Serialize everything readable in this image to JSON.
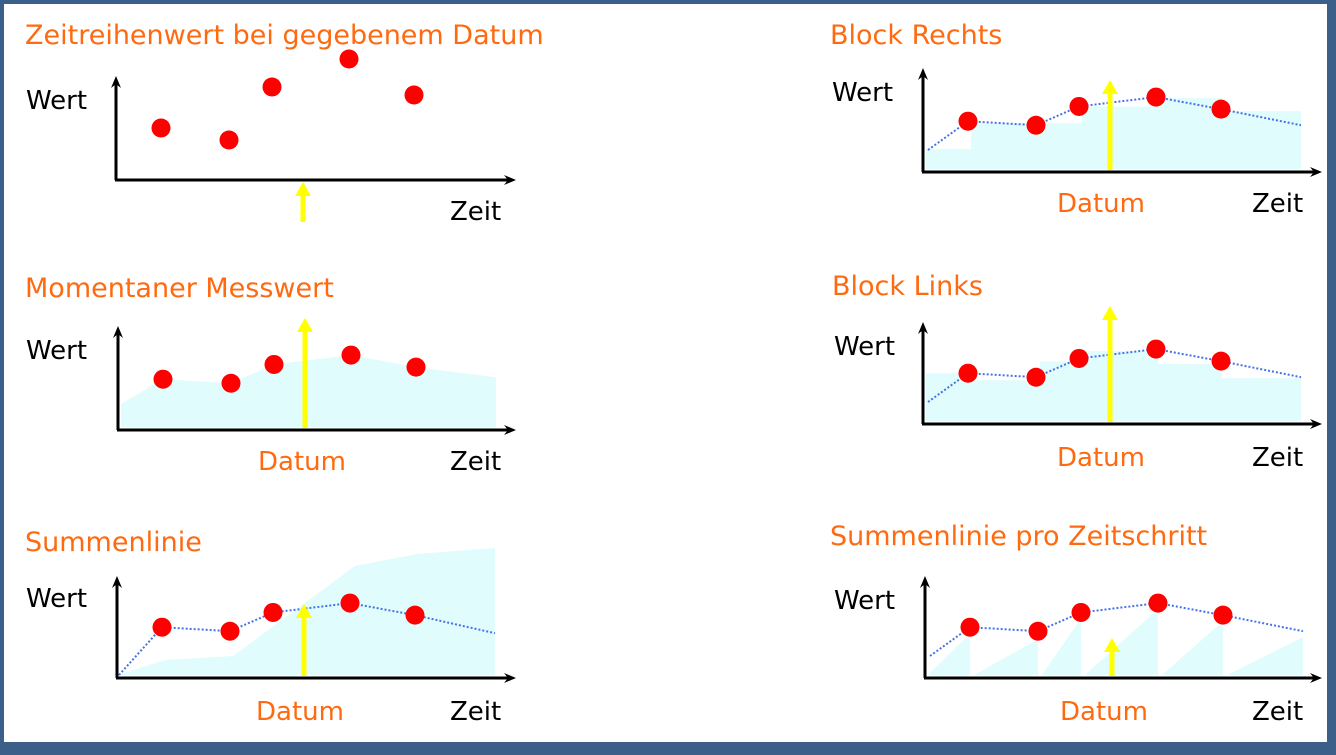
{
  "colors": {
    "title": "#ff6a10",
    "point": "#ff0000",
    "fill": "#e0fcfd",
    "dotted_line": "#4472e8",
    "datum_arrow": "#ffff00",
    "axis": "#000000",
    "frame": "#3c5f8a"
  },
  "chart_data": [
    {
      "id": "zeitreihenwert",
      "type": "scatter",
      "title": "Zeitreihenwert bei gegebenem Datum",
      "ylabel": "Wert",
      "xlabel": "Zeit",
      "datum_label": "",
      "x": [
        1,
        2,
        3,
        4,
        5
      ],
      "values": [
        4.0,
        3.4,
        6.2,
        7.6,
        5.8
      ],
      "datum_x": 3.5,
      "fill_mode": "none",
      "dotted_line": false
    },
    {
      "id": "momentaner-messwert",
      "type": "area",
      "title": "Momentaner Messwert",
      "ylabel": "Wert",
      "xlabel": "Zeit",
      "datum_label": "Datum",
      "x": [
        1,
        2,
        3,
        4,
        5
      ],
      "values": [
        4.0,
        3.4,
        6.2,
        7.6,
        5.8
      ],
      "datum_x": 3.5,
      "fill_mode": "linear",
      "dotted_line": false
    },
    {
      "id": "summenlinie",
      "type": "area",
      "title": "Summenlinie",
      "ylabel": "Wert",
      "xlabel": "Zeit",
      "datum_label": "Datum",
      "x": [
        1,
        2,
        3,
        4,
        5
      ],
      "values": [
        4.0,
        3.4,
        6.2,
        7.6,
        5.8
      ],
      "datum_x": 3.5,
      "fill_mode": "cumulative",
      "dotted_line": true
    },
    {
      "id": "block-rechts",
      "type": "area",
      "title": "Block Rechts",
      "ylabel": "Wert",
      "xlabel": "Zeit",
      "datum_label": "Datum",
      "x": [
        1,
        2,
        3,
        4,
        5
      ],
      "values": [
        4.0,
        3.4,
        6.2,
        7.6,
        5.8
      ],
      "datum_x": 3.5,
      "fill_mode": "step-right",
      "dotted_line": true
    },
    {
      "id": "block-links",
      "type": "area",
      "title": "Block Links",
      "ylabel": "Wert",
      "xlabel": "Zeit",
      "datum_label": "Datum",
      "x": [
        1,
        2,
        3,
        4,
        5
      ],
      "values": [
        4.0,
        3.4,
        6.2,
        7.6,
        5.8
      ],
      "datum_x": 3.5,
      "fill_mode": "step-left",
      "dotted_line": true
    },
    {
      "id": "summenlinie-pro-zeitschritt",
      "type": "area",
      "title": "Summenlinie pro Zeitschritt",
      "ylabel": "Wert",
      "xlabel": "Zeit",
      "datum_label": "Datum",
      "x": [
        1,
        2,
        3,
        4,
        5
      ],
      "values": [
        4.0,
        3.4,
        6.2,
        7.6,
        5.8
      ],
      "datum_x": 3.5,
      "fill_mode": "sawtooth",
      "dotted_line": true
    }
  ]
}
